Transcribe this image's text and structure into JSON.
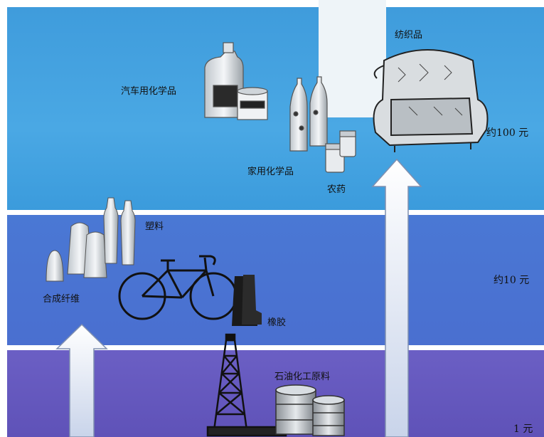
{
  "labels": {
    "textiles": "纺织品",
    "auto_chemicals": "汽车用化学品",
    "household_chemicals": "家用化学品",
    "pesticides": "农药",
    "plastics": "塑料",
    "synthetic_fibers": "合成纤维",
    "rubber": "橡胶",
    "petrochemical_feedstock": "石油化工原料"
  },
  "values": {
    "top": "约100 元",
    "middle": "约10 元",
    "bottom": "1 元"
  },
  "colors": {
    "top_band": "#3f9cdc",
    "middle_band": "#4a6fd0",
    "bottom_band": "#5f52b8",
    "arrow": "#e8eef8"
  }
}
